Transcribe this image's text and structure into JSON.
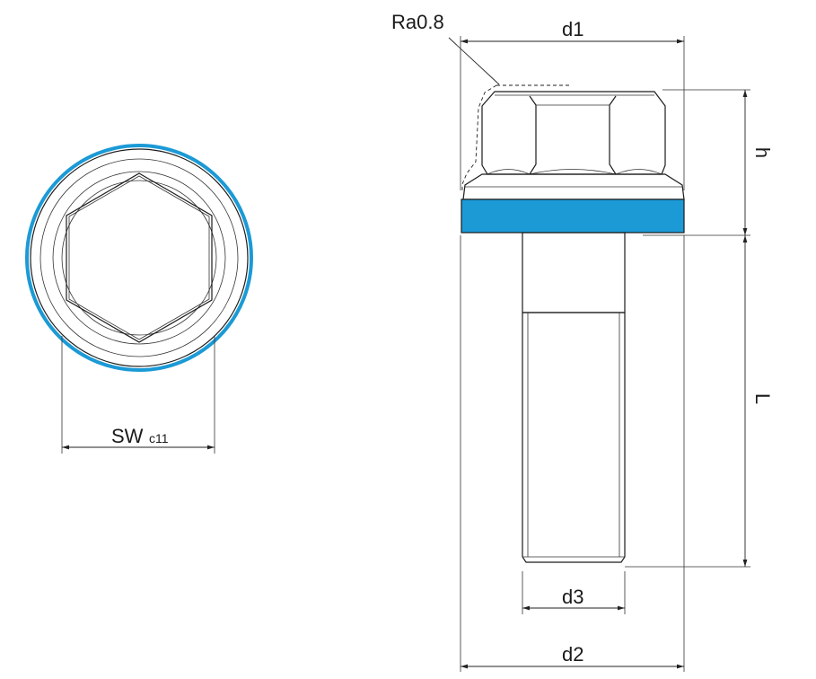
{
  "colors": {
    "accent": "#1b9ad6",
    "line": "#1c1c1c",
    "background": "#ffffff"
  },
  "labels": {
    "roughness": "Ra0.8",
    "d1": "d1",
    "d2": "d2",
    "d3": "d3",
    "h": "h",
    "L": "L",
    "sw": "SW",
    "sw_tolerance": "c11"
  }
}
